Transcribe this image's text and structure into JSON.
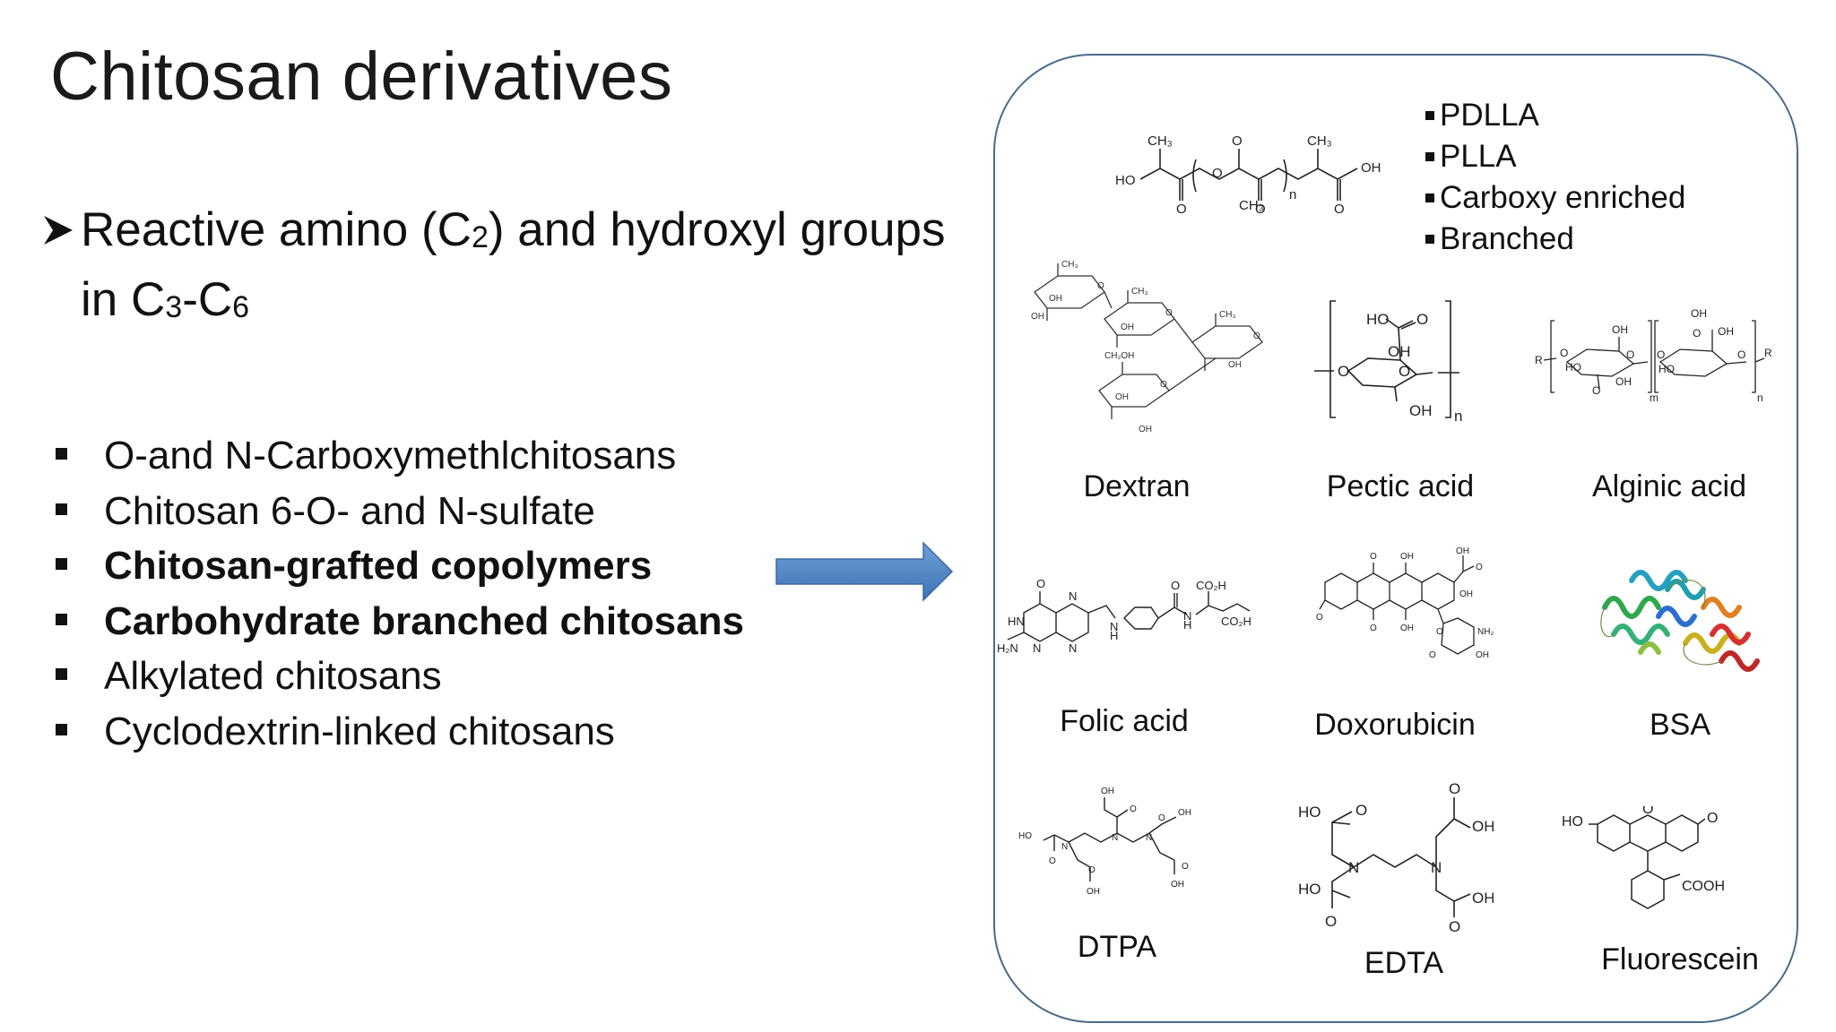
{
  "slide": {
    "title": "Chitosan derivatives",
    "lead": {
      "t1": "Reactive amino (C",
      "s1": "2",
      "t2": ") and hydroxyl groups in C",
      "s2": "3",
      "t3": "-C",
      "s3": "6"
    },
    "bullets": [
      "O-and N-Carboxymethlchitosans",
      "Chitosan 6-O- and N-sulfate",
      "Chitosan-grafted copolymers",
      "Carbohydrate branched chitosans",
      "Alkylated chitosans",
      "Cyclodextrin-linked chitosans"
    ]
  },
  "panel": {
    "polymer_list": [
      "PDLLA",
      "PLLA",
      "Carboxy enriched",
      "Branched"
    ],
    "molecules": {
      "dextran": "Dextran",
      "pectic": "Pectic acid",
      "alginic": "Alginic acid",
      "folic": "Folic acid",
      "doxorubicin": "Doxorubicin",
      "bsa": "BSA",
      "dtpa": "DTPA",
      "edta": "EDTA",
      "fluorescein": "Fluorescein"
    },
    "atom_labels": {
      "ho": "HO",
      "oh": "OH",
      "o": "O",
      "n": "N",
      "h": "H",
      "r": "R",
      "nh": "HN",
      "h2n": "H₂N",
      "ch3": "CH₃",
      "co2h": "CO₂H",
      "nh2": "NH₂",
      "cooh": "COOH",
      "ch2oh": "CH₂OH",
      "sub_n": "n",
      "sub_m": "m"
    }
  },
  "colors": {
    "arrow": "#4f81bd",
    "panel_border": "#4a6a8a"
  }
}
